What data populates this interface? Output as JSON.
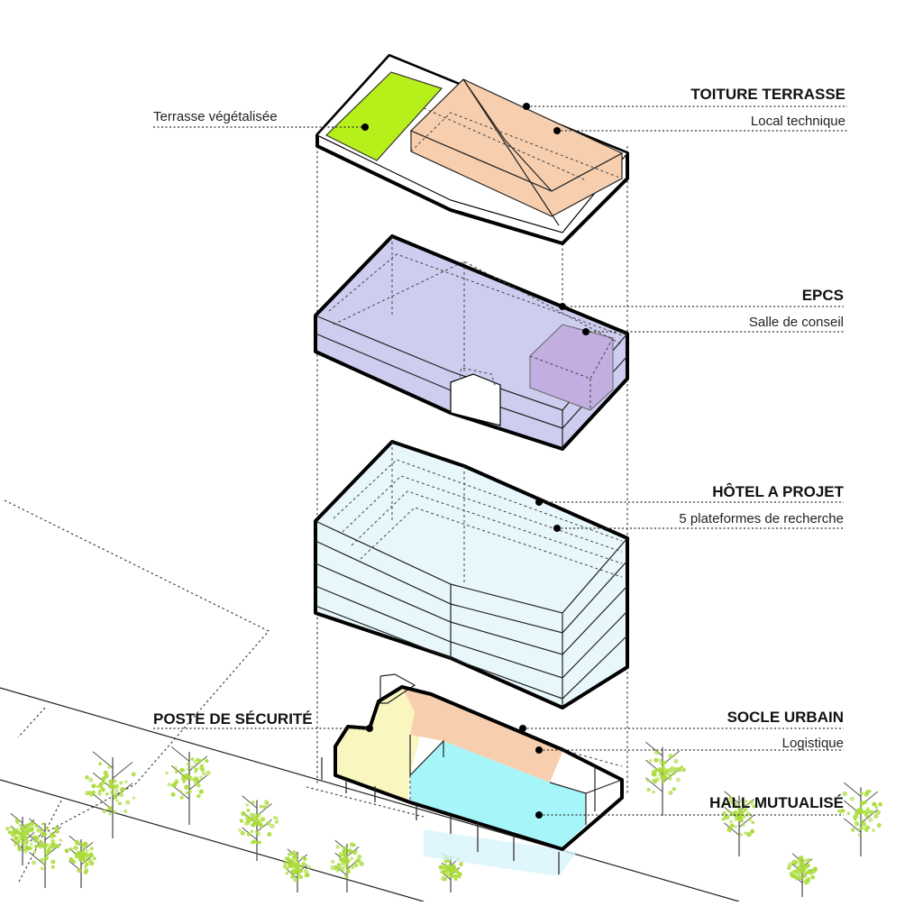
{
  "labels": {
    "toiture_terrasse": "TOITURE TERRASSE",
    "local_technique": "Local technique",
    "terrasse_vegetalisee": "Terrasse végétalisée",
    "epcs": "EPCS",
    "salle_de_conseil": "Salle de conseil",
    "hotel_a_projet": "HÔTEL A PROJET",
    "plateformes": "5 plateformes de recherche",
    "poste_de_securite": "POSTE DE SÉCURITÉ",
    "socle_urbain": "SOCLE URBAIN",
    "logistique": "Logistique",
    "hall_mutualise": "HALL MUTUALISÉ"
  },
  "colors": {
    "green_roof": "#b7ef1a",
    "technical": "#f8cfae",
    "epcs": "#cdcdef",
    "conseil": "#c3aee2",
    "hotel": "#e7f7fb",
    "security": "#f9f7bf",
    "hall": "#a6f5f8",
    "tree_leaf": "#aadc3a"
  },
  "icons": [
    "tree-icon",
    "leader-dot-icon"
  ]
}
